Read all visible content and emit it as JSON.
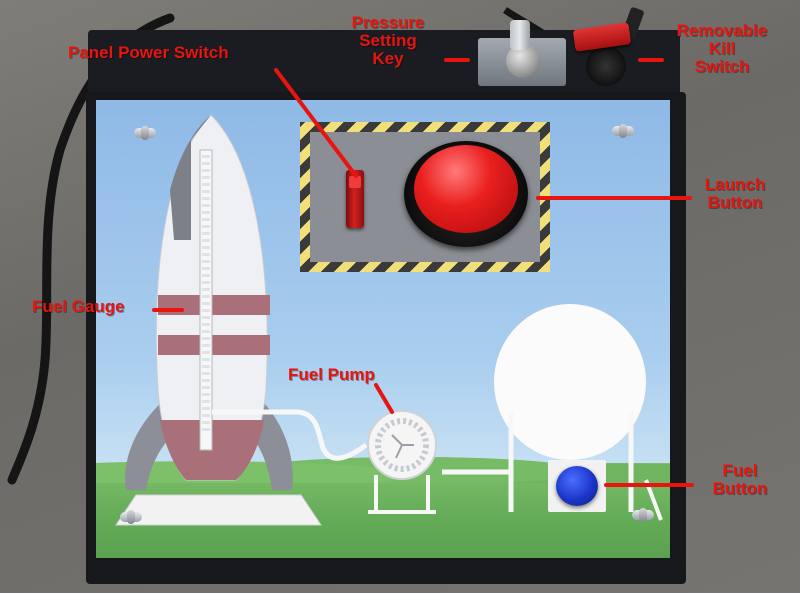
{
  "labels": {
    "panel_power_switch": "Panel Power Switch",
    "pressure_setting_key": [
      "Pressure",
      "Setting",
      "Key"
    ],
    "removable_kill_switch": [
      "Removable",
      "Kill",
      "Switch"
    ],
    "launch_button": [
      "Launch",
      "Button"
    ],
    "fuel_gauge": "Fuel Gauge",
    "fuel_pump": "Fuel Pump",
    "fuel_button": [
      "Fuel",
      "Button"
    ]
  },
  "colors": {
    "label_red": "#e8140f",
    "panel_sky": "#a8cdee",
    "grass": "#63ab57",
    "launch_button": "#ea1f1f",
    "fuel_button": "#1b36c8",
    "power_switch": "#d22020",
    "kill_switch": "#d42525"
  }
}
